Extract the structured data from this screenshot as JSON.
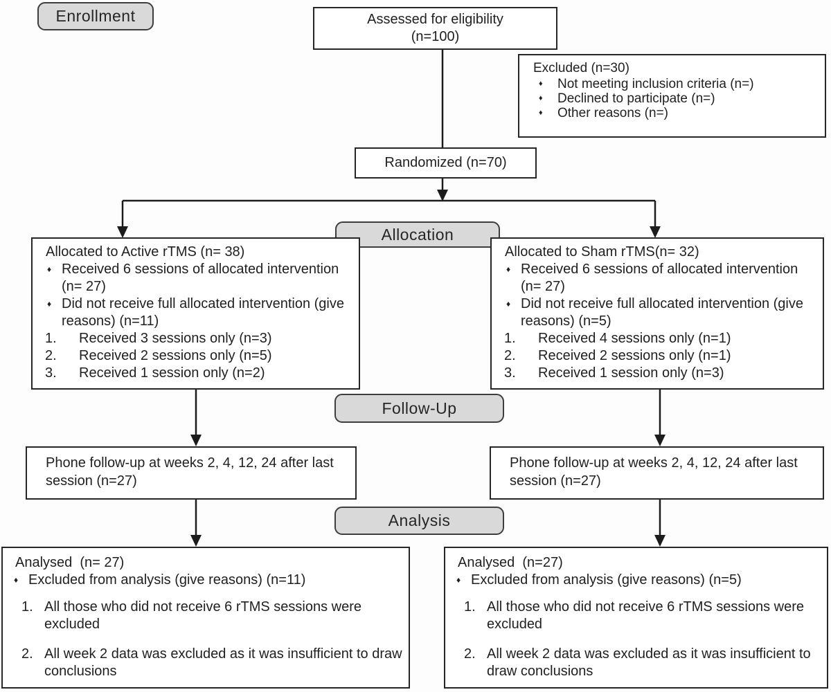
{
  "colors": {
    "pill_fill": "#d9d9d9",
    "border": "#262626",
    "box_fill": "#ffffff",
    "line": "#1c1c1c"
  },
  "bullet_icon": "♦",
  "pills": {
    "enrollment": "Enrollment",
    "allocation": "Allocation",
    "follow_up": "Follow-Up",
    "analysis": "Analysis"
  },
  "boxes": {
    "assessed": {
      "line1": "Assessed for eligibility",
      "line2": "(n=100)"
    },
    "excluded": {
      "title": "Excluded (n=30)",
      "bullets": [
        "Not meeting inclusion criteria (n=)",
        "Declined to participate (n=)",
        "Other reasons (n=)"
      ]
    },
    "randomized": {
      "label": "Randomized (n=70)"
    },
    "active_allocation": {
      "title": "Allocated to Active rTMS (n= 38)",
      "bullets": [
        "Received 6 sessions of allocated intervention (n= 27)",
        "Did not receive full allocated intervention (give reasons) (n=11)"
      ],
      "numbered": [
        {
          "num": "1.",
          "text": "Received 3 sessions only (n=3)"
        },
        {
          "num": "2.",
          "text": "Received 2 sessions only (n=5)"
        },
        {
          "num": "3.",
          "text": "Received 1 session only (n=2)"
        }
      ]
    },
    "sham_allocation": {
      "title": "Allocated to Sham rTMS(n= 32)",
      "bullets": [
        "Received 6 sessions of allocated intervention (n= 27)",
        "Did not receive full allocated intervention (give reasons) (n=5)"
      ],
      "numbered": [
        {
          "num": "1.",
          "text": "Received 4 sessions only (n=1)"
        },
        {
          "num": "2.",
          "text": "Received 2 sessions only (n=1)"
        },
        {
          "num": "3.",
          "text": "Received 1 session only (n=3)"
        }
      ]
    },
    "active_followup": {
      "text": "Phone follow-up at weeks 2, 4, 12, 24 after last session (n=27)"
    },
    "sham_followup": {
      "text": "Phone follow-up at weeks 2, 4, 12, 24 after last session (n=27)"
    },
    "active_analysis": {
      "title": "Analysed  (n= 27)",
      "bullets": [
        "Excluded from analysis (give reasons) (n=11)"
      ],
      "numbered": [
        {
          "num": "1.",
          "text": "All those who did not receive 6 rTMS sessions were excluded"
        },
        {
          "num": "2.",
          "text": "All week 2 data was excluded as it was insufficient to draw conclusions"
        }
      ]
    },
    "sham_analysis": {
      "title": "Analysed  (n=27)",
      "bullets": [
        "Excluded from analysis (give reasons) (n=5)"
      ],
      "numbered": [
        {
          "num": "1.",
          "text": "All those who did not receive 6 rTMS sessions were excluded"
        },
        {
          "num": "2.",
          "text": "All week 2 data was excluded as it was insufficient to draw conclusions"
        }
      ]
    }
  }
}
